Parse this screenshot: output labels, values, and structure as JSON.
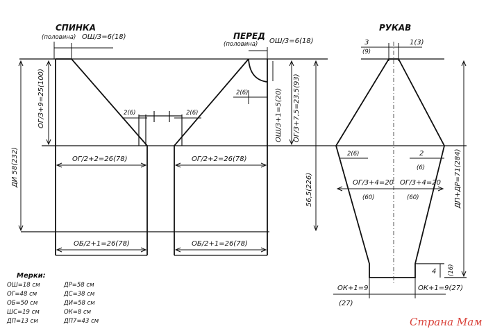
{
  "titles": {
    "back": "СПИНКА",
    "back_note": "(половина)",
    "front": "ПЕРЕД",
    "front_note": "(половина)",
    "sleeve": "РУКАВ"
  },
  "back": {
    "neck": "ОШ/3=6(18)",
    "height": "ОГ/3+9=25(100)",
    "shoulder": "2(6)",
    "width": "ОГ/2+2=26(78)",
    "total": "ДИ 58(232)",
    "hem": "ОБ/2+1=26(78)"
  },
  "front": {
    "neck": "ОШ/3=6(18)",
    "neck_depth": "ОШ/3+1=5(20)",
    "neck_w": "2(6)",
    "shoulder": "2(6)",
    "height": "ОГ/3+7,5=23,5(93)",
    "width": "ОГ/2+2=26(78)",
    "side": "56,5(226)",
    "hem": "ОБ/2+1=26(78)"
  },
  "sleeve": {
    "top_w": "3",
    "top_w_p": "(9)",
    "top_r": "1(3)",
    "cap_w": "2(6)",
    "cap_w2": "2",
    "cap_w2_p": "(6)",
    "half_l": "ОГ/3+4=20",
    "half_l_p": "(60)",
    "half_r": "ОГ/3+4=20",
    "half_r_p": "(60)",
    "length": "ДП+ДР=71(284)",
    "cuff_h": "4",
    "cuff_h_p": "(16)",
    "cuff_l": "ОК+1=9",
    "cuff_l_p": "(27)",
    "cuff_r": "ОК+1=9(27)"
  },
  "legend": {
    "title": "Мерки:",
    "left": [
      "ОШ=18 см",
      "ОГ=48 см",
      "ОБ=50 см",
      "ШС=19 см",
      "ДП=13 см"
    ],
    "right": [
      "ДР=58 см",
      "ДС=38 см",
      "ДИ=58 см",
      "ОК=8 см",
      "ДП7=43 см"
    ]
  },
  "watermark": "Страна Мам"
}
